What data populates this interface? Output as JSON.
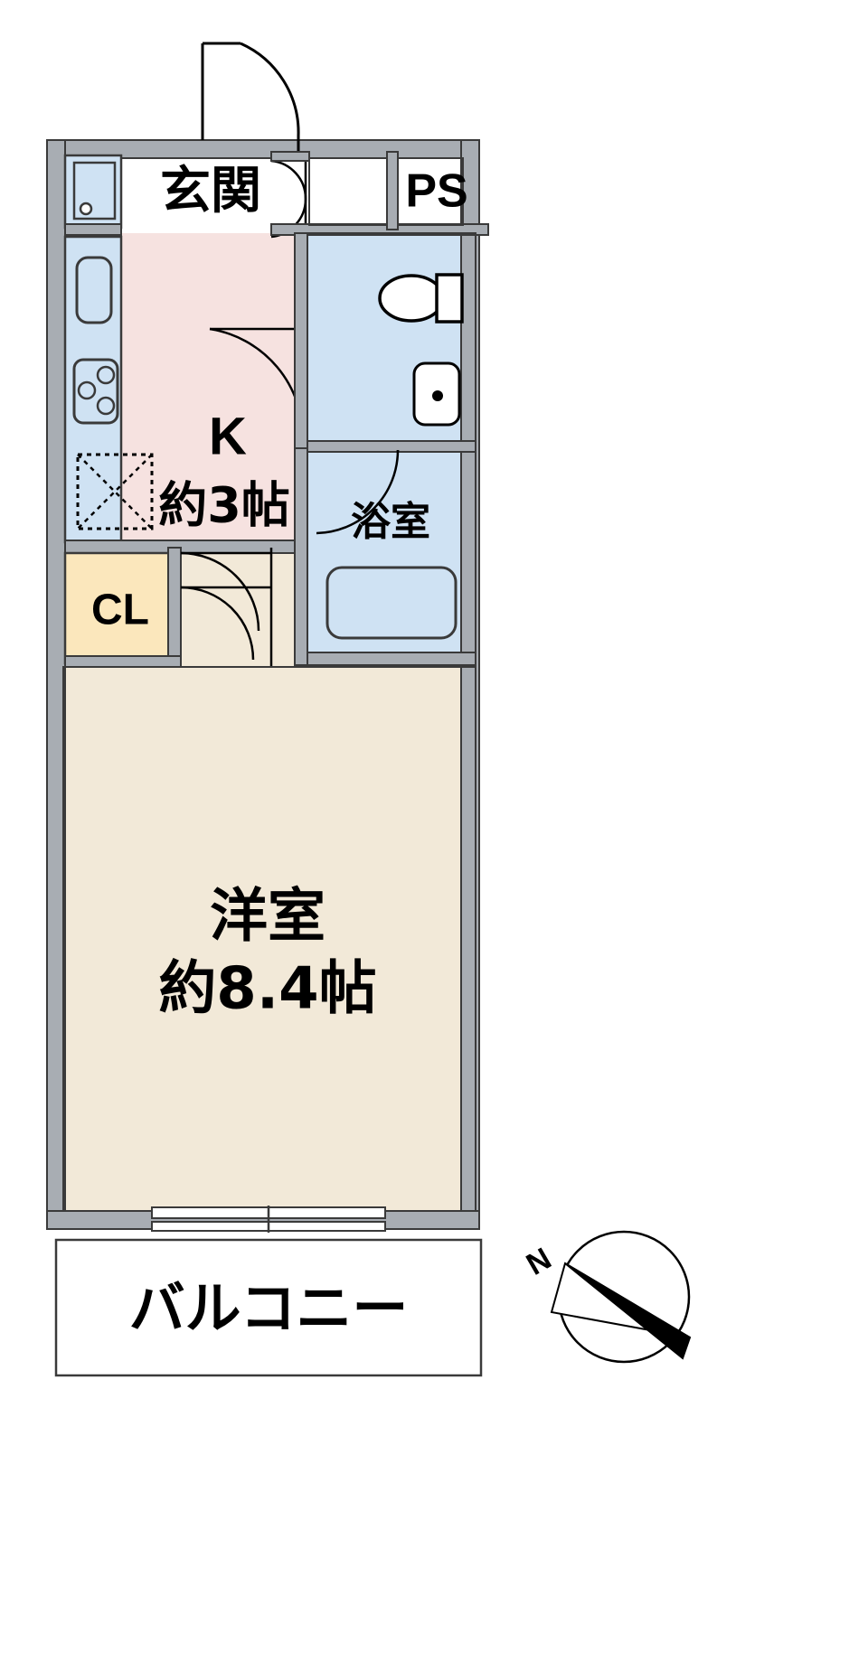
{
  "document": {
    "type": "floor-plan",
    "layout_name": "1K",
    "language": "ja"
  },
  "rooms": [
    {
      "id": "genkan",
      "label": "玄関",
      "name_en": "entrance",
      "fill": "#ffffff"
    },
    {
      "id": "ps",
      "label": "PS",
      "name_en": "pipe-space",
      "fill": "#ffffff"
    },
    {
      "id": "kitchen",
      "label": "K",
      "name_en": "kitchen",
      "area": "約3帖",
      "fill": "#f6e2e0"
    },
    {
      "id": "closet",
      "label": "CL",
      "name_en": "closet",
      "fill": "#fbe7bc"
    },
    {
      "id": "bath",
      "label": "浴室",
      "name_en": "bathroom",
      "fill": "#cfe2f3"
    },
    {
      "id": "washroom",
      "label": "",
      "name_en": "toilet-washroom",
      "fill": "#cfe2f3"
    },
    {
      "id": "western",
      "label": "洋室",
      "name_en": "western-room",
      "area": "約8.4帖",
      "fill": "#f2e9d8"
    },
    {
      "id": "balcony",
      "label": "バルコニー",
      "name_en": "balcony",
      "fill": "#ffffff"
    }
  ],
  "labels": {
    "genkan": "玄関",
    "ps": "PS",
    "kitchen_k": "K",
    "kitchen_area": "約3帖",
    "closet": "CL",
    "bathroom": "浴室",
    "western_room": "洋室",
    "western_room_area": "約8.4帖",
    "balcony": "バルコニー",
    "compass_north": "N"
  },
  "fixtures": [
    {
      "name": "sink-counter",
      "room": "genkan"
    },
    {
      "name": "kitchen-sink",
      "room": "kitchen"
    },
    {
      "name": "gas-stove-3-burner",
      "room": "kitchen"
    },
    {
      "name": "refrigerator-space",
      "room": "kitchen"
    },
    {
      "name": "toilet",
      "room": "washroom"
    },
    {
      "name": "wash-basin",
      "room": "washroom"
    },
    {
      "name": "bathtub",
      "room": "bath"
    }
  ],
  "colors": {
    "wall": "#a8adb3",
    "wall_outline": "#3a3a3a",
    "kitchen_fill": "#f6e2e0",
    "water_fill": "#cfe2f3",
    "room_fill": "#f2e9d8",
    "closet_fill": "#fbe7bc",
    "white": "#ffffff",
    "ink": "#000000"
  },
  "compass": {
    "direction_label": "N",
    "needle_color": "#000000"
  }
}
